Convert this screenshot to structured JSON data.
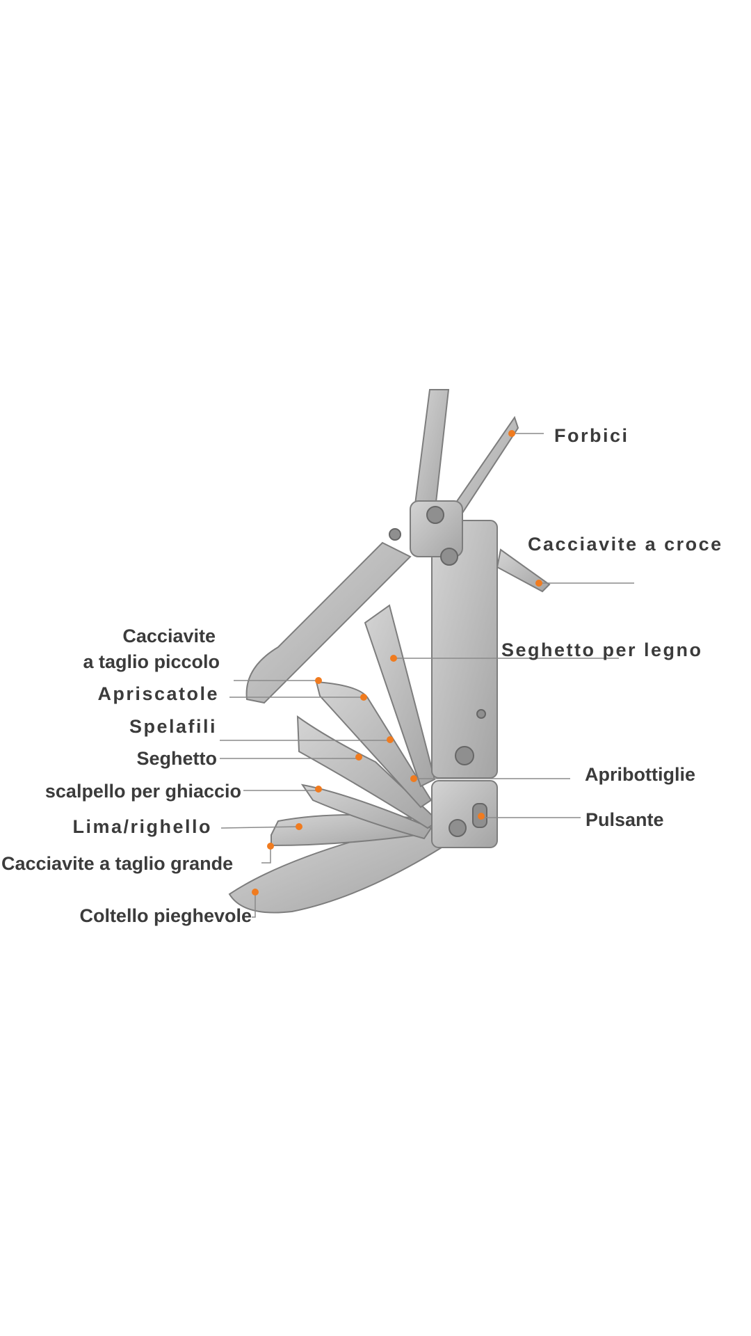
{
  "colors": {
    "accent_dot": "#f07b1f",
    "label_text": "#3b3b3b",
    "steel": "#b9b9b9",
    "leader_line": "#8a8a8a"
  },
  "labels": {
    "forbici": "Forbici",
    "cacciavite_croce": "Cacciavite a croce",
    "cacciavite_piccolo_1": "Cacciavite",
    "cacciavite_piccolo_2": "a taglio piccolo",
    "seghetto_legno": "Seghetto per legno",
    "apriscatole": "Apriscatole",
    "spelafili": "Spelafili",
    "seghetto": "Seghetto",
    "apribottiglie": "Apribottiglie",
    "scalpello": "scalpello per ghiaccio",
    "pulsante": "Pulsante",
    "lima": "Lima/righello",
    "cacciavite_grande": "Cacciavite a taglio grande",
    "coltello": "Coltello pieghevole"
  }
}
